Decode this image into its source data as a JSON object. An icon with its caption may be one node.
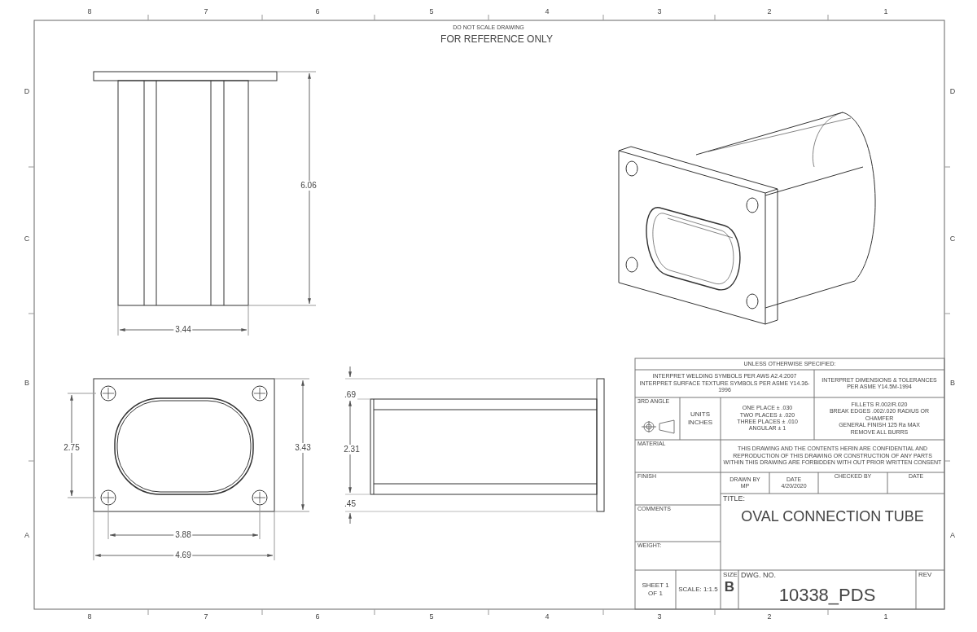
{
  "diagram": {
    "labels": [
      "8",
      "7",
      "6",
      "5",
      "4",
      "3",
      "2",
      "1",
      "8",
      "7",
      "6",
      "5",
      "4",
      "3",
      "2",
      "1",
      "D",
      "C",
      "B",
      "A",
      "D",
      "C",
      "B",
      "A",
      "DO NOT SCALE DRAWING",
      "FOR REFERENCE ONLY",
      "6.06",
      "3.44",
      "2.75",
      "3.43",
      ".69",
      "2.31",
      ".45",
      "3.88",
      "4.69",
      "UNLESS OTHERWISE SPECIFIED:",
      "INTERPRET WELDING SYMBOLS PER AWS A2.4:2007",
      "INTERPRET SURFACE TEXTURE SYMBOLS PER ASME Y14.36-1996",
      "INTERPRET DIMENSIONS & TOLERANCES",
      "PER ASME Y14.5M-1994",
      "3RD ANGLE",
      "UNITS INCHES",
      "ONE PLACE ± .030",
      "TWO PLACES ± .020",
      "THREE PLACES ± .010",
      "ANGULAR ± 1",
      "FILLETS R.002/R.020",
      "BREAK EDGES .002/.020 RADIUS OR CHAMFER",
      "GENERAL FINISH 125 Ra MAX",
      "REMOVE ALL BURRS",
      "MATERIAL",
      "THIS DRAWING AND THE CONTENTS HERIN ARE CONFIDENTIAL AND REPRODUCTION OF THIS DRAWING OR CONSTRUCTION OF ANY PARTS WITHIN THIS DRAWING ARE FORBIDDEN WITH OUT PRIOR WRITTEN CONSENT",
      "FINISH",
      "DRAWN BY",
      "MP",
      "DATE",
      "4/20/2020",
      "CHECKED BY",
      "DATE",
      "COMMENTS",
      "TITLE:",
      "OVAL CONNECTION TUBE",
      "WEIGHT:",
      "SIZE",
      "B",
      "DWG. NO.",
      "10338_PDS",
      "REV",
      "SHEET 1 OF 1",
      "SCALE: 1:1.5"
    ]
  }
}
